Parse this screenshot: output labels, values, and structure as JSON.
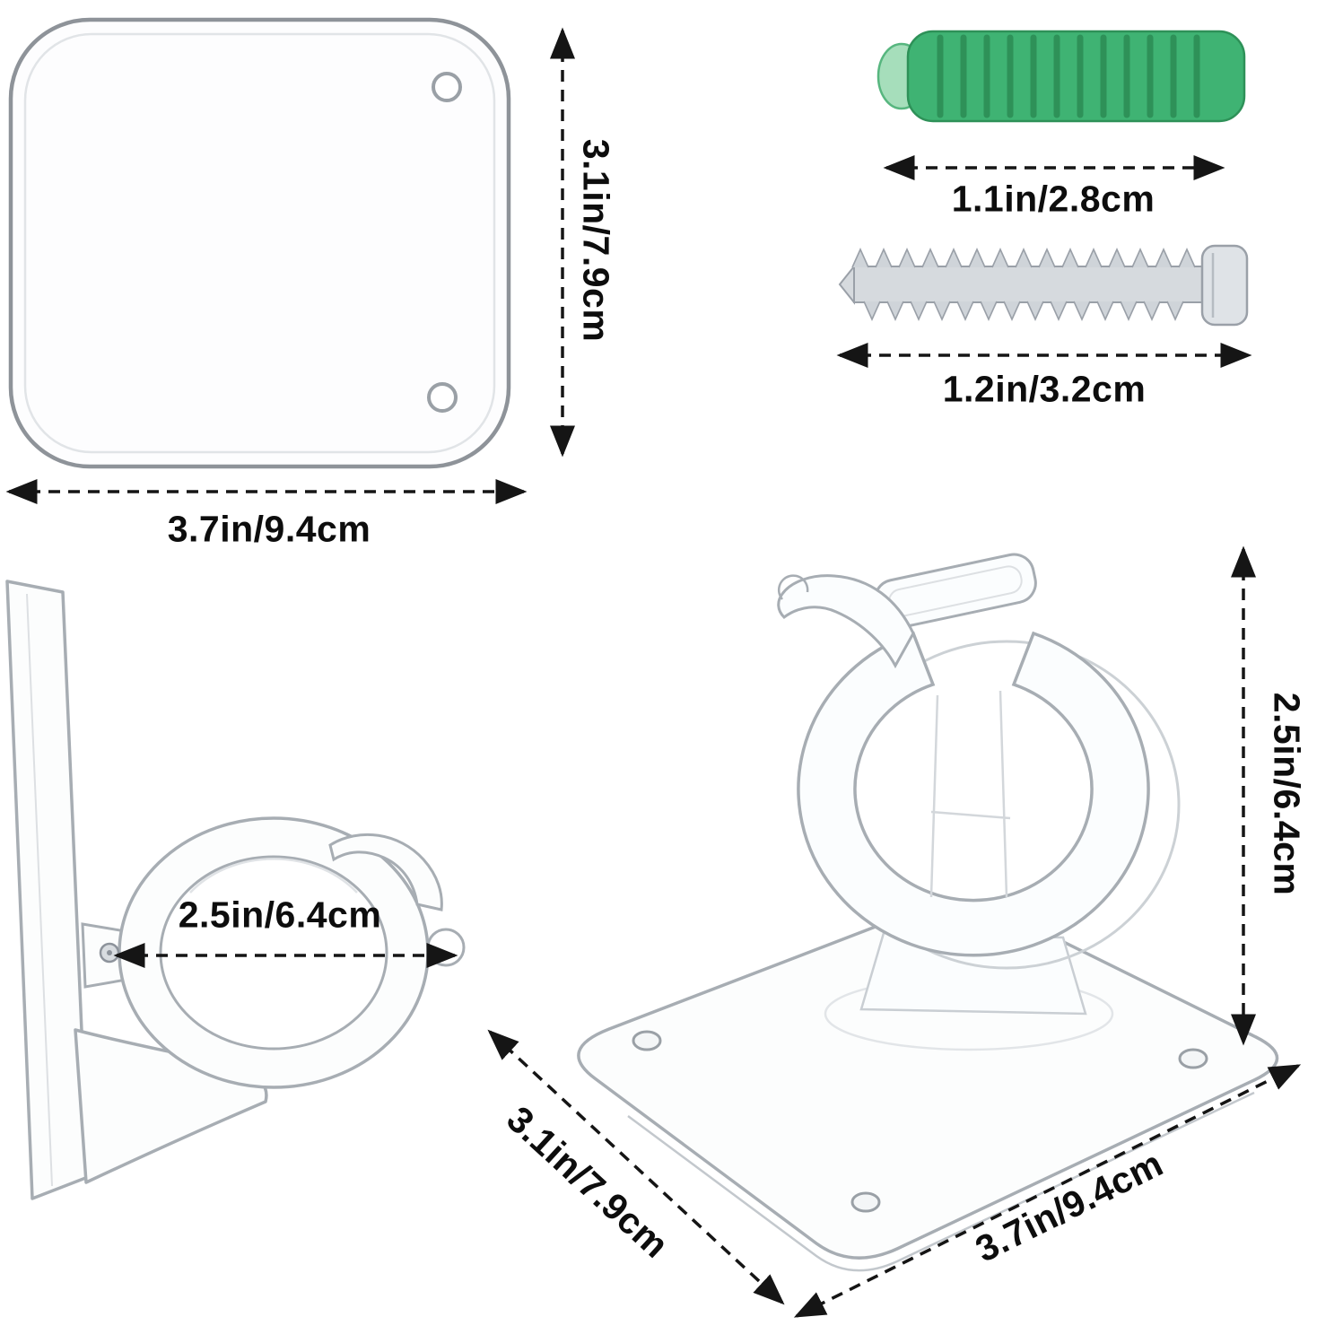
{
  "diagram": {
    "plate": {
      "height_label": "3.1in/7.9cm",
      "width_label": "3.7in/9.4cm"
    },
    "anchor": {
      "length_label": "1.1in/2.8cm"
    },
    "screw": {
      "length_label": "1.2in/3.2cm"
    },
    "side_bracket": {
      "ring_diameter_label": "2.5in/6.4cm"
    },
    "perspective_bracket": {
      "height_label": "2.5in/6.4cm",
      "depth_label": "3.1in/7.9cm",
      "width_label": "3.7in/9.4cm"
    }
  },
  "colors": {
    "anchor_green": "#3fb373",
    "anchor_green_dark": "#2e9158",
    "anchor_tip_green": "#a6debb",
    "screw_silver": "#d6dade",
    "outline_gray": "#a7adb3",
    "dimension_line_black": "#151515",
    "background": "#ffffff"
  }
}
